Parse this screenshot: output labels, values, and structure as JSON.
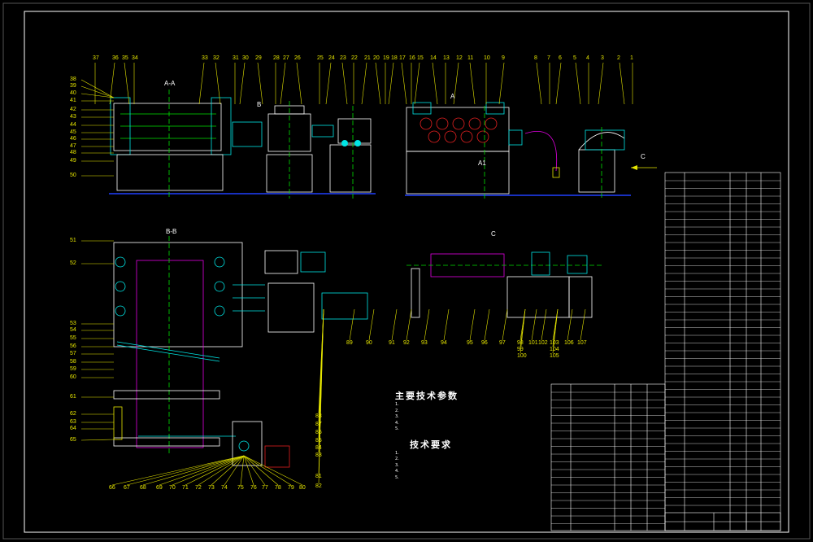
{
  "drawing": {
    "section_labels": {
      "aa": "A-A",
      "bb": "B-B",
      "c": "C",
      "c_arrow": "C",
      "a_mark": "A",
      "b_mark": "B",
      "a1": "A1"
    },
    "specs_title": "主要技术参数",
    "specs_lines": [
      "1.",
      "2.",
      "3.",
      "4.",
      "5."
    ],
    "req_title": "技术要求",
    "req_lines": [
      "1.",
      "2.",
      "3.",
      "4.",
      "5."
    ],
    "colors": {
      "frame": "#ffffff",
      "yellow": "#e6e600",
      "cyan": "#00e5e5",
      "green": "#00e000",
      "magenta": "#e000e0",
      "blue": "#2040ff",
      "red": "#e02020"
    },
    "callouts": [
      "1",
      "2",
      "3",
      "4",
      "5",
      "6",
      "7",
      "8",
      "9",
      "10",
      "11",
      "12",
      "13",
      "14",
      "15",
      "16",
      "17",
      "18",
      "19",
      "20",
      "21",
      "22",
      "23",
      "24",
      "25",
      "26",
      "27",
      "28",
      "29",
      "30",
      "31",
      "32",
      "33",
      "34",
      "35",
      "36",
      "37",
      "38",
      "39",
      "40",
      "41",
      "42",
      "43",
      "44",
      "45",
      "46",
      "47",
      "48",
      "49",
      "50",
      "51",
      "52",
      "53",
      "54",
      "55",
      "56",
      "57",
      "58",
      "59",
      "60",
      "61",
      "62",
      "63",
      "64",
      "65",
      "66",
      "67",
      "68",
      "69",
      "70",
      "71",
      "72",
      "73",
      "74",
      "75",
      "76",
      "77",
      "78",
      "79",
      "80",
      "81",
      "82",
      "83",
      "84",
      "85",
      "86",
      "87",
      "88",
      "89",
      "90",
      "91",
      "92",
      "93",
      "94",
      "95",
      "96",
      "97",
      "98",
      "99",
      "100",
      "101",
      "102",
      "103",
      "104",
      "105",
      "106",
      "107"
    ]
  }
}
